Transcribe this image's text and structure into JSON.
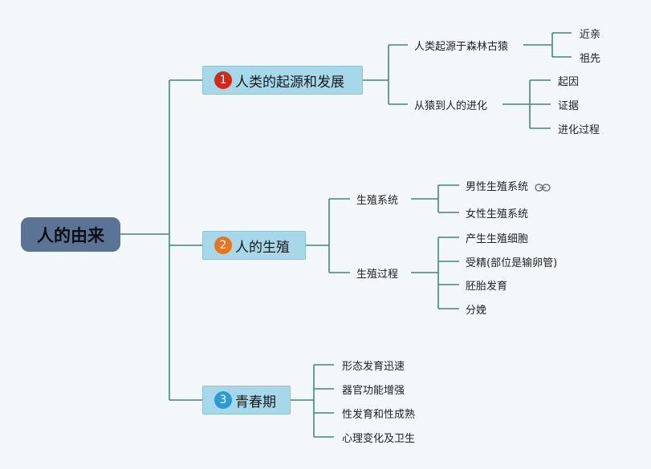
{
  "root": {
    "label": "人的由来"
  },
  "branches": [
    {
      "number": "1",
      "number_color": "#d62718",
      "label": "人类的起源和发展",
      "children": [
        {
          "label": "人类起源于森林古猿",
          "children": [
            "近亲",
            "祖先"
          ]
        },
        {
          "label": "从猿到人的进化",
          "children": [
            "起因",
            "证据",
            "进化过程"
          ]
        }
      ]
    },
    {
      "number": "2",
      "number_color": "#e8741e",
      "label": "人的生殖",
      "children": [
        {
          "label": "生殖系统",
          "children": [
            "男性生殖系统",
            "女性生殖系统"
          ]
        },
        {
          "label": "生殖过程",
          "children": [
            "产生生殖细胞",
            "受精(部位是输卵管)",
            "胚胎发育",
            "分娩"
          ]
        }
      ]
    },
    {
      "number": "3",
      "number_color": "#2a9ad8",
      "label": "青春期",
      "children": [
        "形态发育迅速",
        "器官功能增强",
        "性发育和性成熟",
        "心理变化及卫生"
      ]
    }
  ],
  "icons": {
    "link": "link-icon"
  },
  "colors": {
    "connector": "#3f8a78",
    "root_fill": "#5b7395",
    "branch_fill": "#a6d8ea"
  }
}
